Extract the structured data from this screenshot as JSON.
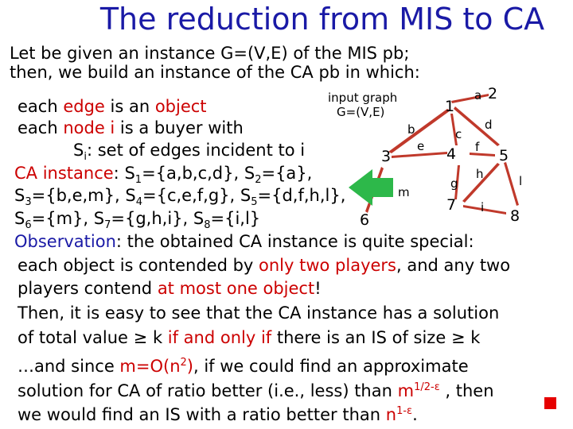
{
  "title": "The reduction from MIS to CA",
  "intro": {
    "line1": "Let be given an instance G=(V,E) of the MIS pb;",
    "line2": "then, we build an instance of the CA pb in which:"
  },
  "body": {
    "each1": "each ",
    "edge": "edge",
    "is_an": " is an ",
    "object": "object",
    "each2": "each ",
    "node_i": "node i",
    "buyer": " is a buyer with",
    "si_s": "S",
    "si_sub": "i",
    "si_text": ": set of edges incident to i",
    "ca_instance": "CA instance",
    "s1": "S",
    "s1_sub": "1",
    "s1_val": "={a,b,c,d}, ",
    "s2": "S",
    "s2_sub": "2",
    "s2_val": "={a},",
    "s3": "S",
    "s3_sub": "3",
    "s3_val": "={b,e,m}, ",
    "s4": "S",
    "s4_sub": "4",
    "s4_val": "={c,e,f,g}, ",
    "s5": "S",
    "s5_sub": "5",
    "s5_val": "={d,f,h,l},",
    "s6": "S",
    "s6_sub": "6",
    "s6_val": "={m}, ",
    "s7": "S",
    "s7_sub": "7",
    "s7_val": "={g,h,i}, ",
    "s8": "S",
    "s8_sub": "8",
    "s8_val": "={i,l}",
    "observation": "Observation",
    "obs_text": ": the obtained CA instance is quite special:",
    "obj_line_a": "each object is contended by ",
    "only_two": "only two players",
    "obj_line_b": ", and any two",
    "players_a": "players contend ",
    "at_most": "at most one object",
    "players_b": "!",
    "then_line": "Then, it is easy to see that the CA instance has a solution",
    "total_a": "of total value ",
    "geq1": "≥",
    "total_b": " k ",
    "iff": "if and only if",
    "total_c": " there is an IS of size ",
    "geq2": "≥",
    "total_d": " k",
    "since_a": "…and since ",
    "m_eq": "m=O(n",
    "m_sup": "2",
    "m_close": ")",
    "since_b": ", if we could find an approximate",
    "sol_a": "solution for CA of ratio better (i.e., less) than ",
    "m_ratio": "m",
    "m_ratio_sup": "1/2-ε",
    "sol_b": " , then",
    "would_a": "we would find an IS with a ratio better than ",
    "n_ratio": "n",
    "n_ratio_sup": "1-ε",
    "would_b": "."
  },
  "graph": {
    "caption1": "input graph",
    "caption2": "G=(V,E)",
    "nodes": [
      "1",
      "2",
      "3",
      "4",
      "5",
      "6",
      "7",
      "8"
    ],
    "edges": [
      "a",
      "b",
      "c",
      "d",
      "e",
      "f",
      "g",
      "h",
      "i",
      "l",
      "m"
    ]
  },
  "colors": {
    "title": "#1a1aa6",
    "highlight": "#cc0000",
    "accent": "#1a1aa6",
    "arrow": "#2db84a",
    "marker": "#e60000"
  }
}
